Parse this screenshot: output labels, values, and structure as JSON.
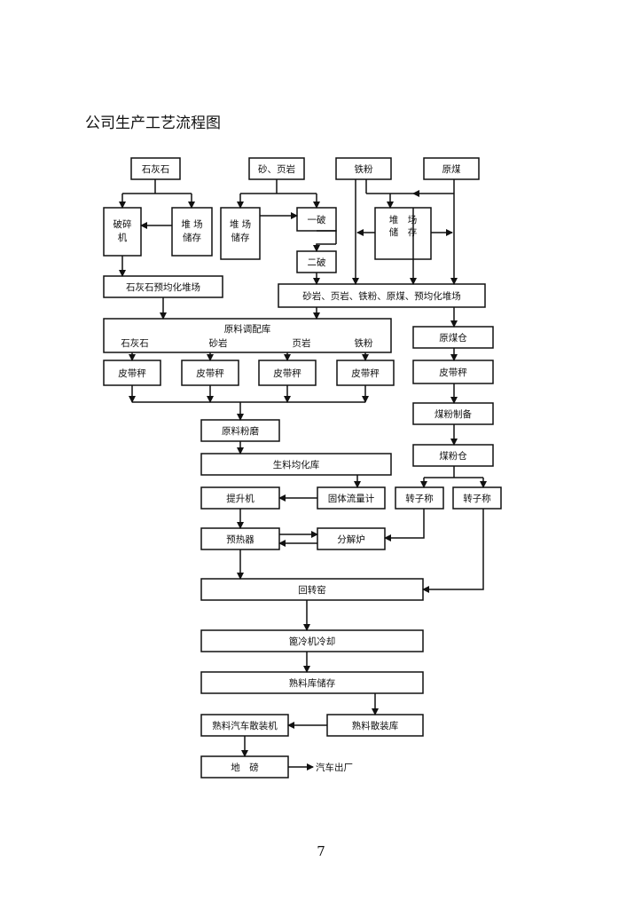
{
  "document": {
    "title": "公司生产工艺流程图",
    "page_number": "7"
  },
  "nodes": {
    "limestone": "石灰石",
    "sand_shale": "砂、页岩",
    "iron_powder": "铁粉",
    "raw_coal": "原煤",
    "crusher_1": "破碎",
    "crusher_2": "机",
    "stockpile_a_1": "堆 场",
    "stockpile_a_2": "储存",
    "stockpile_b_1": "堆 场",
    "stockpile_b_2": "储存",
    "primary_crush": "一破",
    "secondary_crush": "二破",
    "stockpile_c_1": "堆　场",
    "stockpile_c_2": "储　存",
    "limestone_prehomo": "石灰石预均化堆场",
    "mixed_prehomo": "砂岩、页岩、铁粉、原煤、预均化堆场",
    "raw_blending_store": "原料调配库",
    "sub_limestone": "石灰石",
    "sub_sandstone": "砂岩",
    "sub_shale": "页岩",
    "sub_iron": "铁粉",
    "belt_scale_1": "皮带秤",
    "belt_scale_2": "皮带秤",
    "belt_scale_3": "皮带秤",
    "belt_scale_4": "皮带秤",
    "raw_coal_bin": "原煤仓",
    "belt_scale_coal": "皮带秤",
    "coal_powder_prep": "煤粉制备",
    "coal_powder_bin": "煤粉仓",
    "raw_mill": "原料粉磨",
    "raw_homo_store": "生料均化库",
    "elevator": "提升机",
    "solid_flowmeter": "固体流量计",
    "rotor_scale_1": "转子称",
    "rotor_scale_2": "转子称",
    "preheater": "预热器",
    "calciner": "分解炉",
    "rotary_kiln": "回转窑",
    "grate_cooler": "篦冷机冷却",
    "clinker_store": "熟料库储存",
    "bulk_loader": "熟料汽车散装机",
    "bulk_store": "熟料散装库",
    "weighbridge": "地　磅",
    "truck_out": "汽车出厂"
  }
}
